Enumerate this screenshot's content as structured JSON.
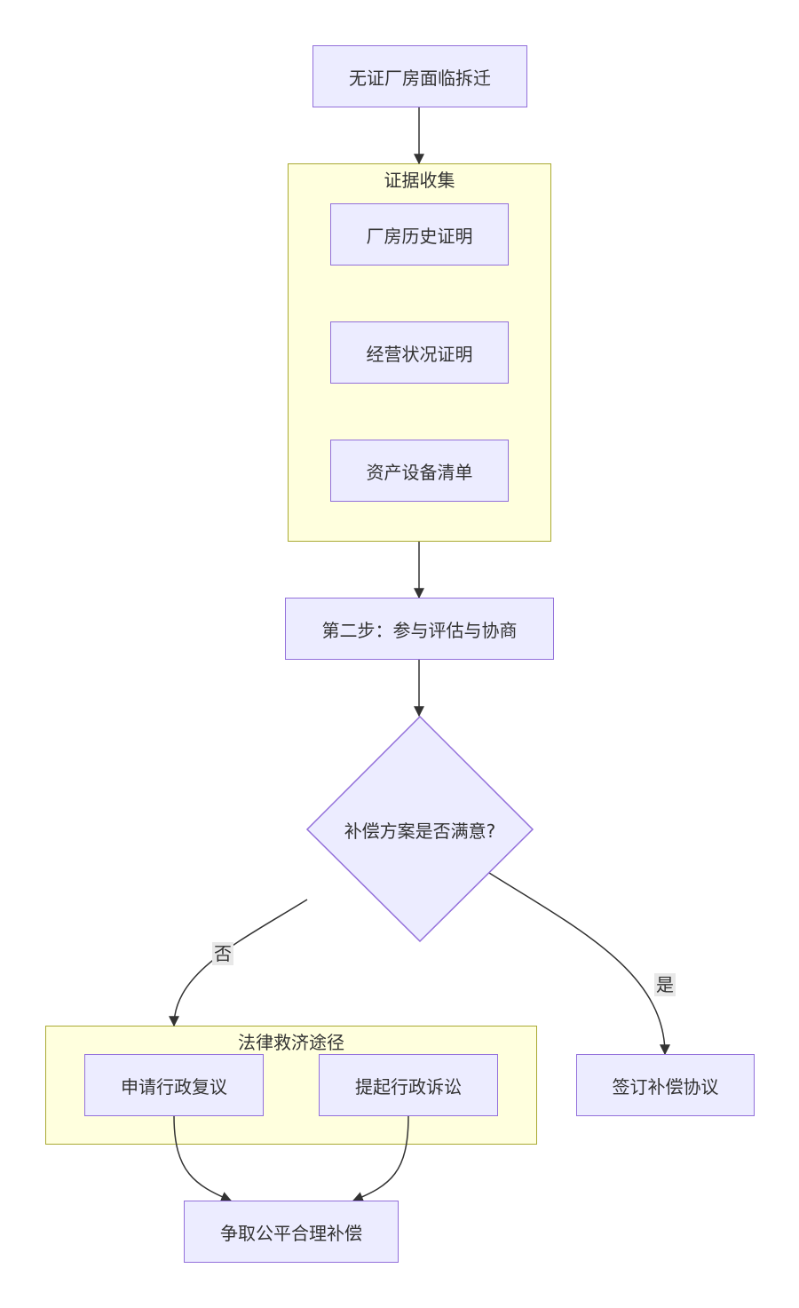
{
  "diagram": {
    "nodes": {
      "start": "无证厂房面临拆迁",
      "evidence_1": "厂房历史证明",
      "evidence_2": "经营状况证明",
      "evidence_3": "资产设备清单",
      "step2": "第二步：参与评估与协商",
      "decision": "补偿方案是否满意?",
      "legal_1": "申请行政复议",
      "legal_2": "提起行政诉讼",
      "sign": "签订补偿协议",
      "final": "争取公平合理补偿"
    },
    "clusters": {
      "evidence": "证据收集",
      "legal": "法律救济途径"
    },
    "edge_labels": {
      "no": "否",
      "yes": "是"
    },
    "colors": {
      "node_fill": "#ececff",
      "node_border": "#9370db",
      "cluster_fill": "#ffffde",
      "cluster_border": "#aaaa33",
      "edge": "#333333",
      "edge_label_bg": "#e8e8e8"
    }
  }
}
